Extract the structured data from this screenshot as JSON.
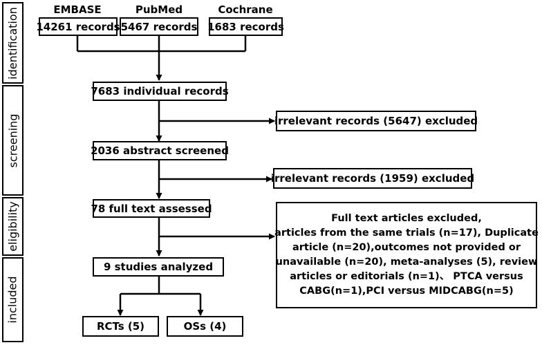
{
  "stages": [
    "identification",
    "screening",
    "eligibility",
    "included"
  ],
  "sources": [
    {
      "name": "EMBASE",
      "records": "14261 records"
    },
    {
      "name": "PubMed",
      "records": "5467 records"
    },
    {
      "name": "Cochrane",
      "records": "1683 records"
    }
  ],
  "flow": {
    "individual_records": "7683 individual records",
    "irrelevant_1": "irrelevant records (5647) excluded",
    "abstract_screened": "2036 abstract screened",
    "irrelevant_2": "irrelevant records (1959) excluded",
    "full_text": "78 full text assessed",
    "excluded_lines": [
      "Full text articles excluded,",
      "articles from the same trials (n=17), Duplicate",
      "article (n=20),outcomes not provided or",
      "unavailable (n=20), meta-analyses (5), review",
      "articles or editorials (n=1)、 PTCA versus",
      "CABG(n=1),PCI versus MIDCABG(n=5)"
    ],
    "analyzed": "9 studies analyzed",
    "rcts": "RCTs (5)",
    "oss": "OSs (4)"
  }
}
